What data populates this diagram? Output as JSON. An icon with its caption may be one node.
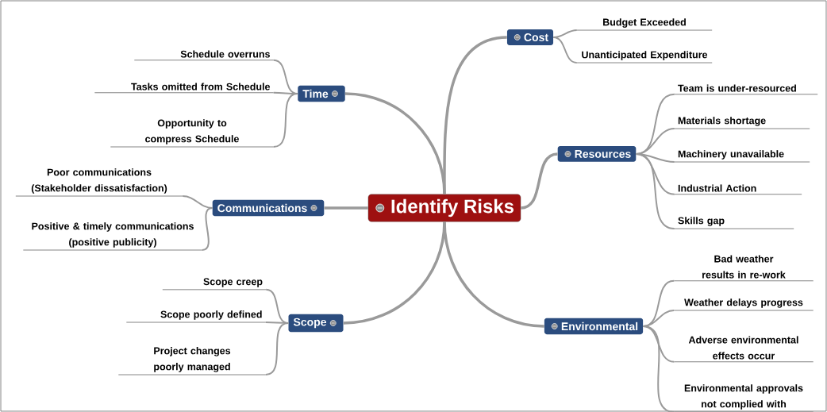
{
  "diagram": {
    "nodes": [
      {
        "text": [
          "Identify Risks"
        ]
      },
      {
        "text": [
          "Cost"
        ]
      },
      {
        "text": [
          "Budget Exceeded"
        ]
      },
      {
        "text": [
          "Unanticipated Expenditure"
        ]
      },
      {
        "text": [
          "Time"
        ]
      },
      {
        "text": [
          "Schedule overruns"
        ]
      },
      {
        "text": [
          "Tasks omitted from Schedule"
        ]
      },
      {
        "text": [
          "Opportunity to compress Schedule"
        ]
      },
      {
        "text": [
          "Resources"
        ]
      },
      {
        "text": [
          "Team is under-resourced"
        ]
      },
      {
        "text": [
          "Materials shortage"
        ]
      },
      {
        "text": [
          "Machinery unavailable"
        ]
      },
      {
        "text": [
          "Industrial Action"
        ]
      },
      {
        "text": [
          "Skills gap"
        ]
      },
      {
        "text": [
          "Communications"
        ]
      },
      {
        "text": [
          "Poor communications (Stakeholder dissatisfaction)"
        ]
      },
      {
        "text": [
          "Positive & timely communications (positive publicity)"
        ]
      },
      {
        "text": [
          "Scope"
        ]
      },
      {
        "text": [
          "Scope creep"
        ]
      },
      {
        "text": [
          "Scope poorly defined"
        ]
      },
      {
        "text": [
          "Project changes poorly managed"
        ]
      },
      {
        "text": [
          "Environmental"
        ]
      },
      {
        "text": [
          "Bad weather results in re-work"
        ]
      },
      {
        "text": [
          "Weather delays progress"
        ]
      },
      {
        "text": [
          "Adverse environmental effects occur"
        ]
      },
      {
        "text": [
          "Environmental approvals not complied with"
        ]
      }
    ],
    "edges": [
      {
        "from": 0,
        "to": 1,
        "arrow": "none"
      },
      {
        "from": 1,
        "to": 2,
        "arrow": "none"
      },
      {
        "from": 1,
        "to": 3,
        "arrow": "none"
      },
      {
        "from": 0,
        "to": 4,
        "arrow": "none"
      },
      {
        "from": 4,
        "to": 5,
        "arrow": "none"
      },
      {
        "from": 4,
        "to": 6,
        "arrow": "none"
      },
      {
        "from": 4,
        "to": 7,
        "arrow": "none"
      },
      {
        "from": 0,
        "to": 8,
        "arrow": "none"
      },
      {
        "from": 8,
        "to": 9,
        "arrow": "none"
      },
      {
        "from": 8,
        "to": 10,
        "arrow": "none"
      },
      {
        "from": 8,
        "to": 11,
        "arrow": "none"
      },
      {
        "from": 8,
        "to": 12,
        "arrow": "none"
      },
      {
        "from": 8,
        "to": 13,
        "arrow": "none"
      },
      {
        "from": 0,
        "to": 14,
        "arrow": "none"
      },
      {
        "from": 14,
        "to": 15,
        "arrow": "none"
      },
      {
        "from": 14,
        "to": 16,
        "arrow": "none"
      },
      {
        "from": 0,
        "to": 17,
        "arrow": "none"
      },
      {
        "from": 17,
        "to": 18,
        "arrow": "none"
      },
      {
        "from": 17,
        "to": 19,
        "arrow": "none"
      },
      {
        "from": 17,
        "to": 20,
        "arrow": "none"
      },
      {
        "from": 0,
        "to": 21,
        "arrow": "none"
      },
      {
        "from": 21,
        "to": 22,
        "arrow": "none"
      },
      {
        "from": 21,
        "to": 23,
        "arrow": "none"
      },
      {
        "from": 21,
        "to": 24,
        "arrow": "none"
      },
      {
        "from": 21,
        "to": 25,
        "arrow": "none"
      }
    ]
  }
}
